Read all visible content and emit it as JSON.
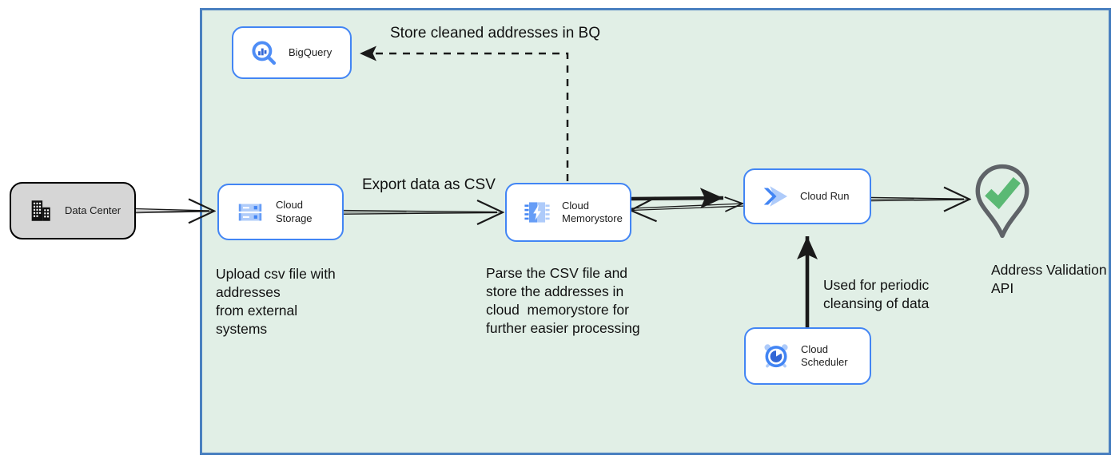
{
  "nodes": {
    "data_center": {
      "label": "Data Center",
      "icon": "building-icon"
    },
    "bigquery": {
      "label": "BigQuery",
      "icon": "magnifier-chart-icon"
    },
    "cloud_storage": {
      "label": "Cloud Storage",
      "icon": "storage-buckets-icon"
    },
    "cloud_memorystore": {
      "label": "Cloud Memorystore",
      "icon": "memory-chip-bolt-icon"
    },
    "cloud_run": {
      "label": "Cloud Run",
      "icon": "double-chevron-icon"
    },
    "cloud_scheduler": {
      "label": "Cloud Scheduler",
      "icon": "alarm-clock-icon"
    },
    "address_validation_api": {
      "label": "Address Validation API",
      "icon": "map-pin-check-icon"
    }
  },
  "annotations": {
    "store_cleaned": "Store cleaned addresses in BQ",
    "export_csv": "Export data as CSV",
    "upload_note": "Upload csv file with\naddresses\nfrom external\nsystems",
    "parse_note": "Parse the CSV file and\nstore the addresses in\ncloud  memorystore for\nfurther easier processing",
    "scheduler_note": "Used for periodic\ncleansing of data"
  },
  "colors": {
    "boundary_fill": "#e1efe6",
    "boundary_border": "#4a80c0",
    "node_border_blue": "#4285f4",
    "icon_light_blue": "#aecbfa",
    "icon_mid_blue": "#669df6",
    "icon_dark_blue": "#3367d6",
    "datacenter_fill": "#d6d6d6",
    "pin_gray": "#5f6368",
    "check_green": "#5bb974",
    "arrow_black": "#1a1a1a"
  }
}
